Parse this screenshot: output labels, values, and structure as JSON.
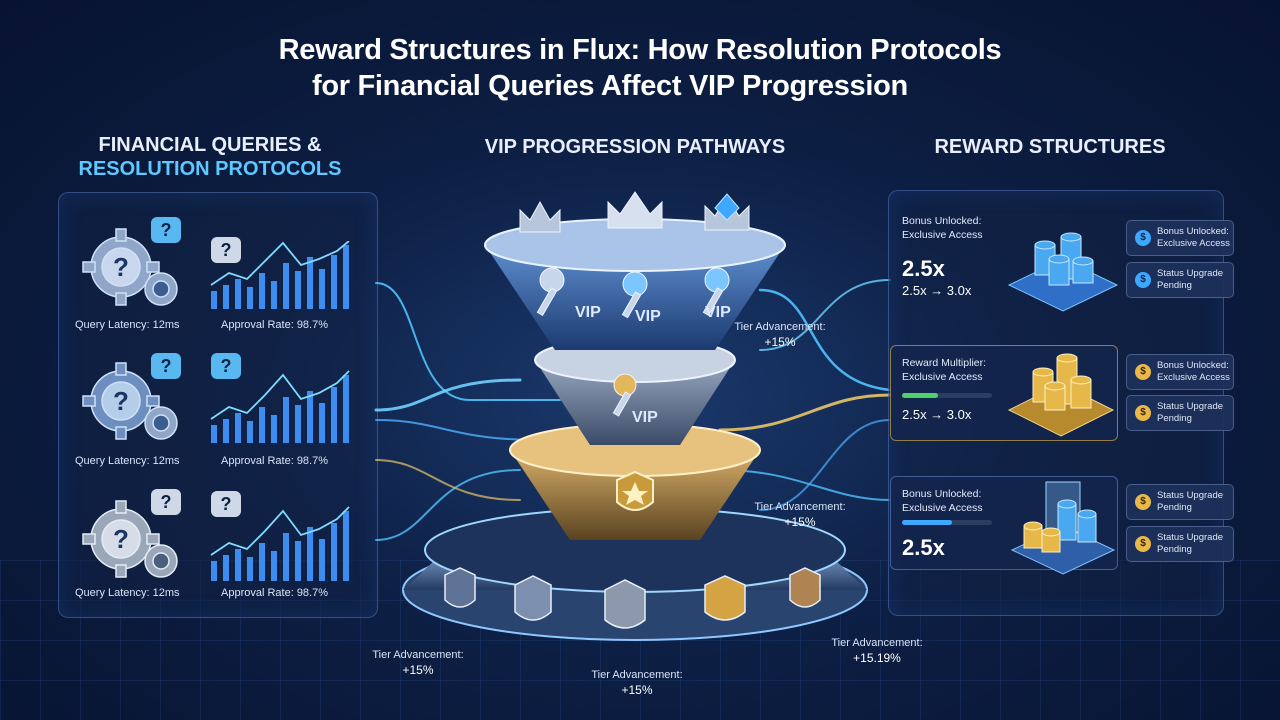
{
  "title": {
    "line1": "Reward Structures in Flux: How Resolution Protocols",
    "line2": "for Financial Queries Affect VIP Progression"
  },
  "columns": {
    "left_line1": "FINANCIAL QUERIES &",
    "left_line2": "RESOLUTION PROTOCOLS",
    "center": "VIP PROGRESSION PATHWAYS",
    "right": "REWARD STRUCTURES"
  },
  "queries": [
    {
      "latency": "Query Latency: 12ms",
      "approval": "Approval Rate: 98.7%"
    },
    {
      "latency": "Query Latency: 12ms",
      "approval": "Approval Rate: 98.7%"
    },
    {
      "latency": "Query Latency: 12ms",
      "approval": "Approval Rate: 98.7%"
    }
  ],
  "funnel": {
    "vip_label": "VIP",
    "tiers": [
      {
        "line1": "Tier Advancement:",
        "line2": "+15%"
      },
      {
        "line1": "Tier Advancement:",
        "line2": "+15%"
      },
      {
        "line1": "Tier Advancement:",
        "line2": "+15%"
      },
      {
        "line1": "Tier Advancement:",
        "line2": "+15%"
      },
      {
        "line1": "Tier Advancement:",
        "line2": "+15.19%"
      }
    ]
  },
  "rewards": [
    {
      "line1": "Bonus Unlocked:",
      "line2": "Exclusive Access",
      "big": "2.5x",
      "sub": "2.5x → 3.0x",
      "chips": [
        {
          "line1": "Bonus Unlocked:",
          "line2": "Exclusive Access"
        },
        {
          "line1": "Status Upgrade",
          "line2": "Pending"
        }
      ]
    },
    {
      "line1": "Reward Multiplier:",
      "line2": "Exclusive Access",
      "sub": "2.5x → 3.0x",
      "progress": 0.4,
      "chips": [
        {
          "line1": "Bonus Unlocked:",
          "line2": "Exclusive Access"
        },
        {
          "line1": "Status Upgrade",
          "line2": "Pending"
        }
      ]
    },
    {
      "line1": "Bonus Unlocked:",
      "line2": "Exclusive Access",
      "big": "2.5x",
      "progress": 0.55,
      "chips": [
        {
          "line1": "Status Upgrade",
          "line2": "Pending"
        },
        {
          "line1": "Status Upgrade",
          "line2": "Pending"
        }
      ]
    }
  ],
  "colors": {
    "accent_blue": "#46c3ff",
    "gold": "#e8b84a",
    "silver": "#c7d2e3"
  }
}
